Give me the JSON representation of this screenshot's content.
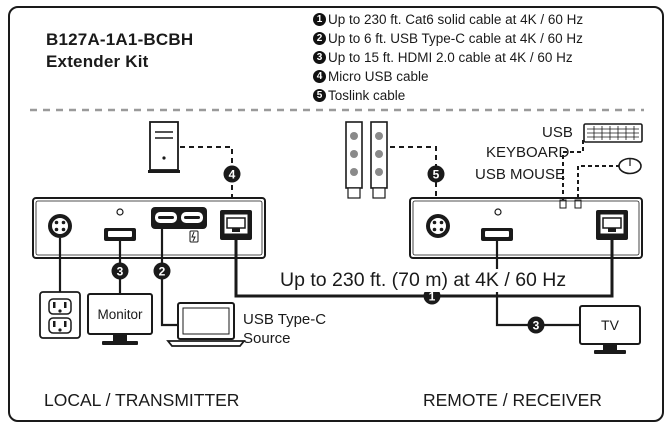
{
  "product": {
    "model": "B127A-1A1-BCBH",
    "name": "Extender Kit"
  },
  "legend": [
    {
      "num": "1",
      "text": "Up to 230 ft. Cat6 solid cable at 4K / 60 Hz"
    },
    {
      "num": "2",
      "text": "Up to 6 ft. USB Type-C cable at 4K / 60 Hz"
    },
    {
      "num": "3",
      "text": "Up to 15 ft. HDMI 2.0 cable at 4K / 60 Hz"
    },
    {
      "num": "4",
      "text": "Micro USB cable"
    },
    {
      "num": "5",
      "text": "Toslink cable"
    }
  ],
  "devices": {
    "monitor": "Monitor",
    "tv": "TV",
    "usb_keyboard_line1": "USB",
    "usb_keyboard_line2": "KEYBOARD",
    "usb_mouse": "USB MOUSE",
    "source_line1": "USB Type-C",
    "source_line2": "Source"
  },
  "link_label": "Up to 230 ft. (70 m) at 4K / 60 Hz",
  "sections": {
    "local": "LOCAL / TRANSMITTER",
    "remote": "REMOTE / RECEIVER"
  },
  "markers": {
    "cat6": "1",
    "usbc": "2",
    "hdmi_local": "3",
    "hdmi_remote": "3",
    "micro_usb": "4",
    "toslink": "5"
  },
  "colors": {
    "ink": "#1a1a1a",
    "dash_divider": "#9a9a9a",
    "panel": "#ffffff"
  }
}
